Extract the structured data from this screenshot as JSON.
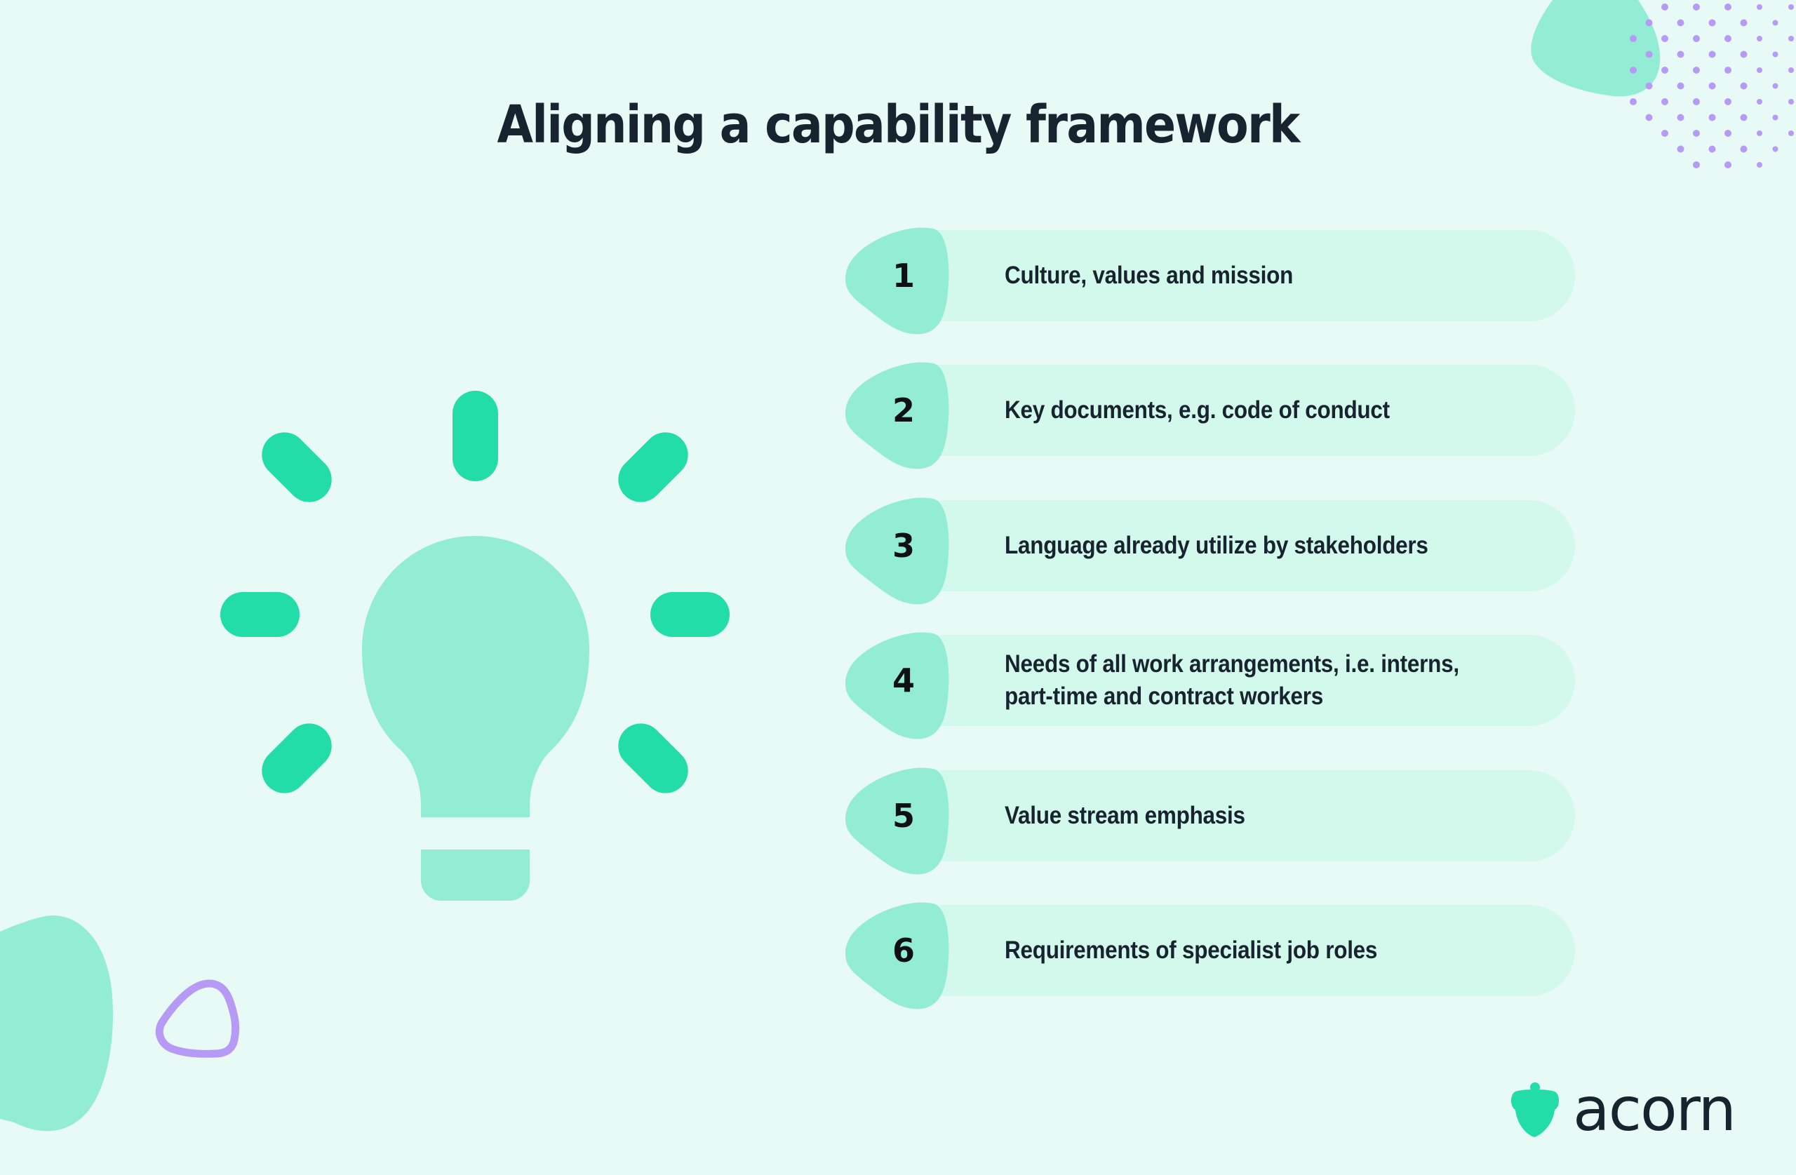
{
  "title": "Aligning a capability framework",
  "items": [
    {
      "number": "1",
      "label": "Culture, values and mission"
    },
    {
      "number": "2",
      "label": "Key documents, e.g. code of conduct"
    },
    {
      "number": "3",
      "label": "Language already utilize by stakeholders"
    },
    {
      "number": "4",
      "label": "Needs of all work arrangements, i.e. interns,\npart-time and contract workers"
    },
    {
      "number": "5",
      "label": "Value stream emphasis"
    },
    {
      "number": "6",
      "label": "Requirements of specialist job roles"
    }
  ],
  "illustration": {
    "icon": "lightbulb-icon"
  },
  "brand": {
    "name": "acorn",
    "icon": "acorn-icon"
  },
  "colors": {
    "background": "#e7faf5",
    "pill": "#d3f8ec",
    "blob": "#93edd4",
    "accent_green": "#23dda8",
    "accent_purple": "#b79af5",
    "text": "#17242f"
  }
}
